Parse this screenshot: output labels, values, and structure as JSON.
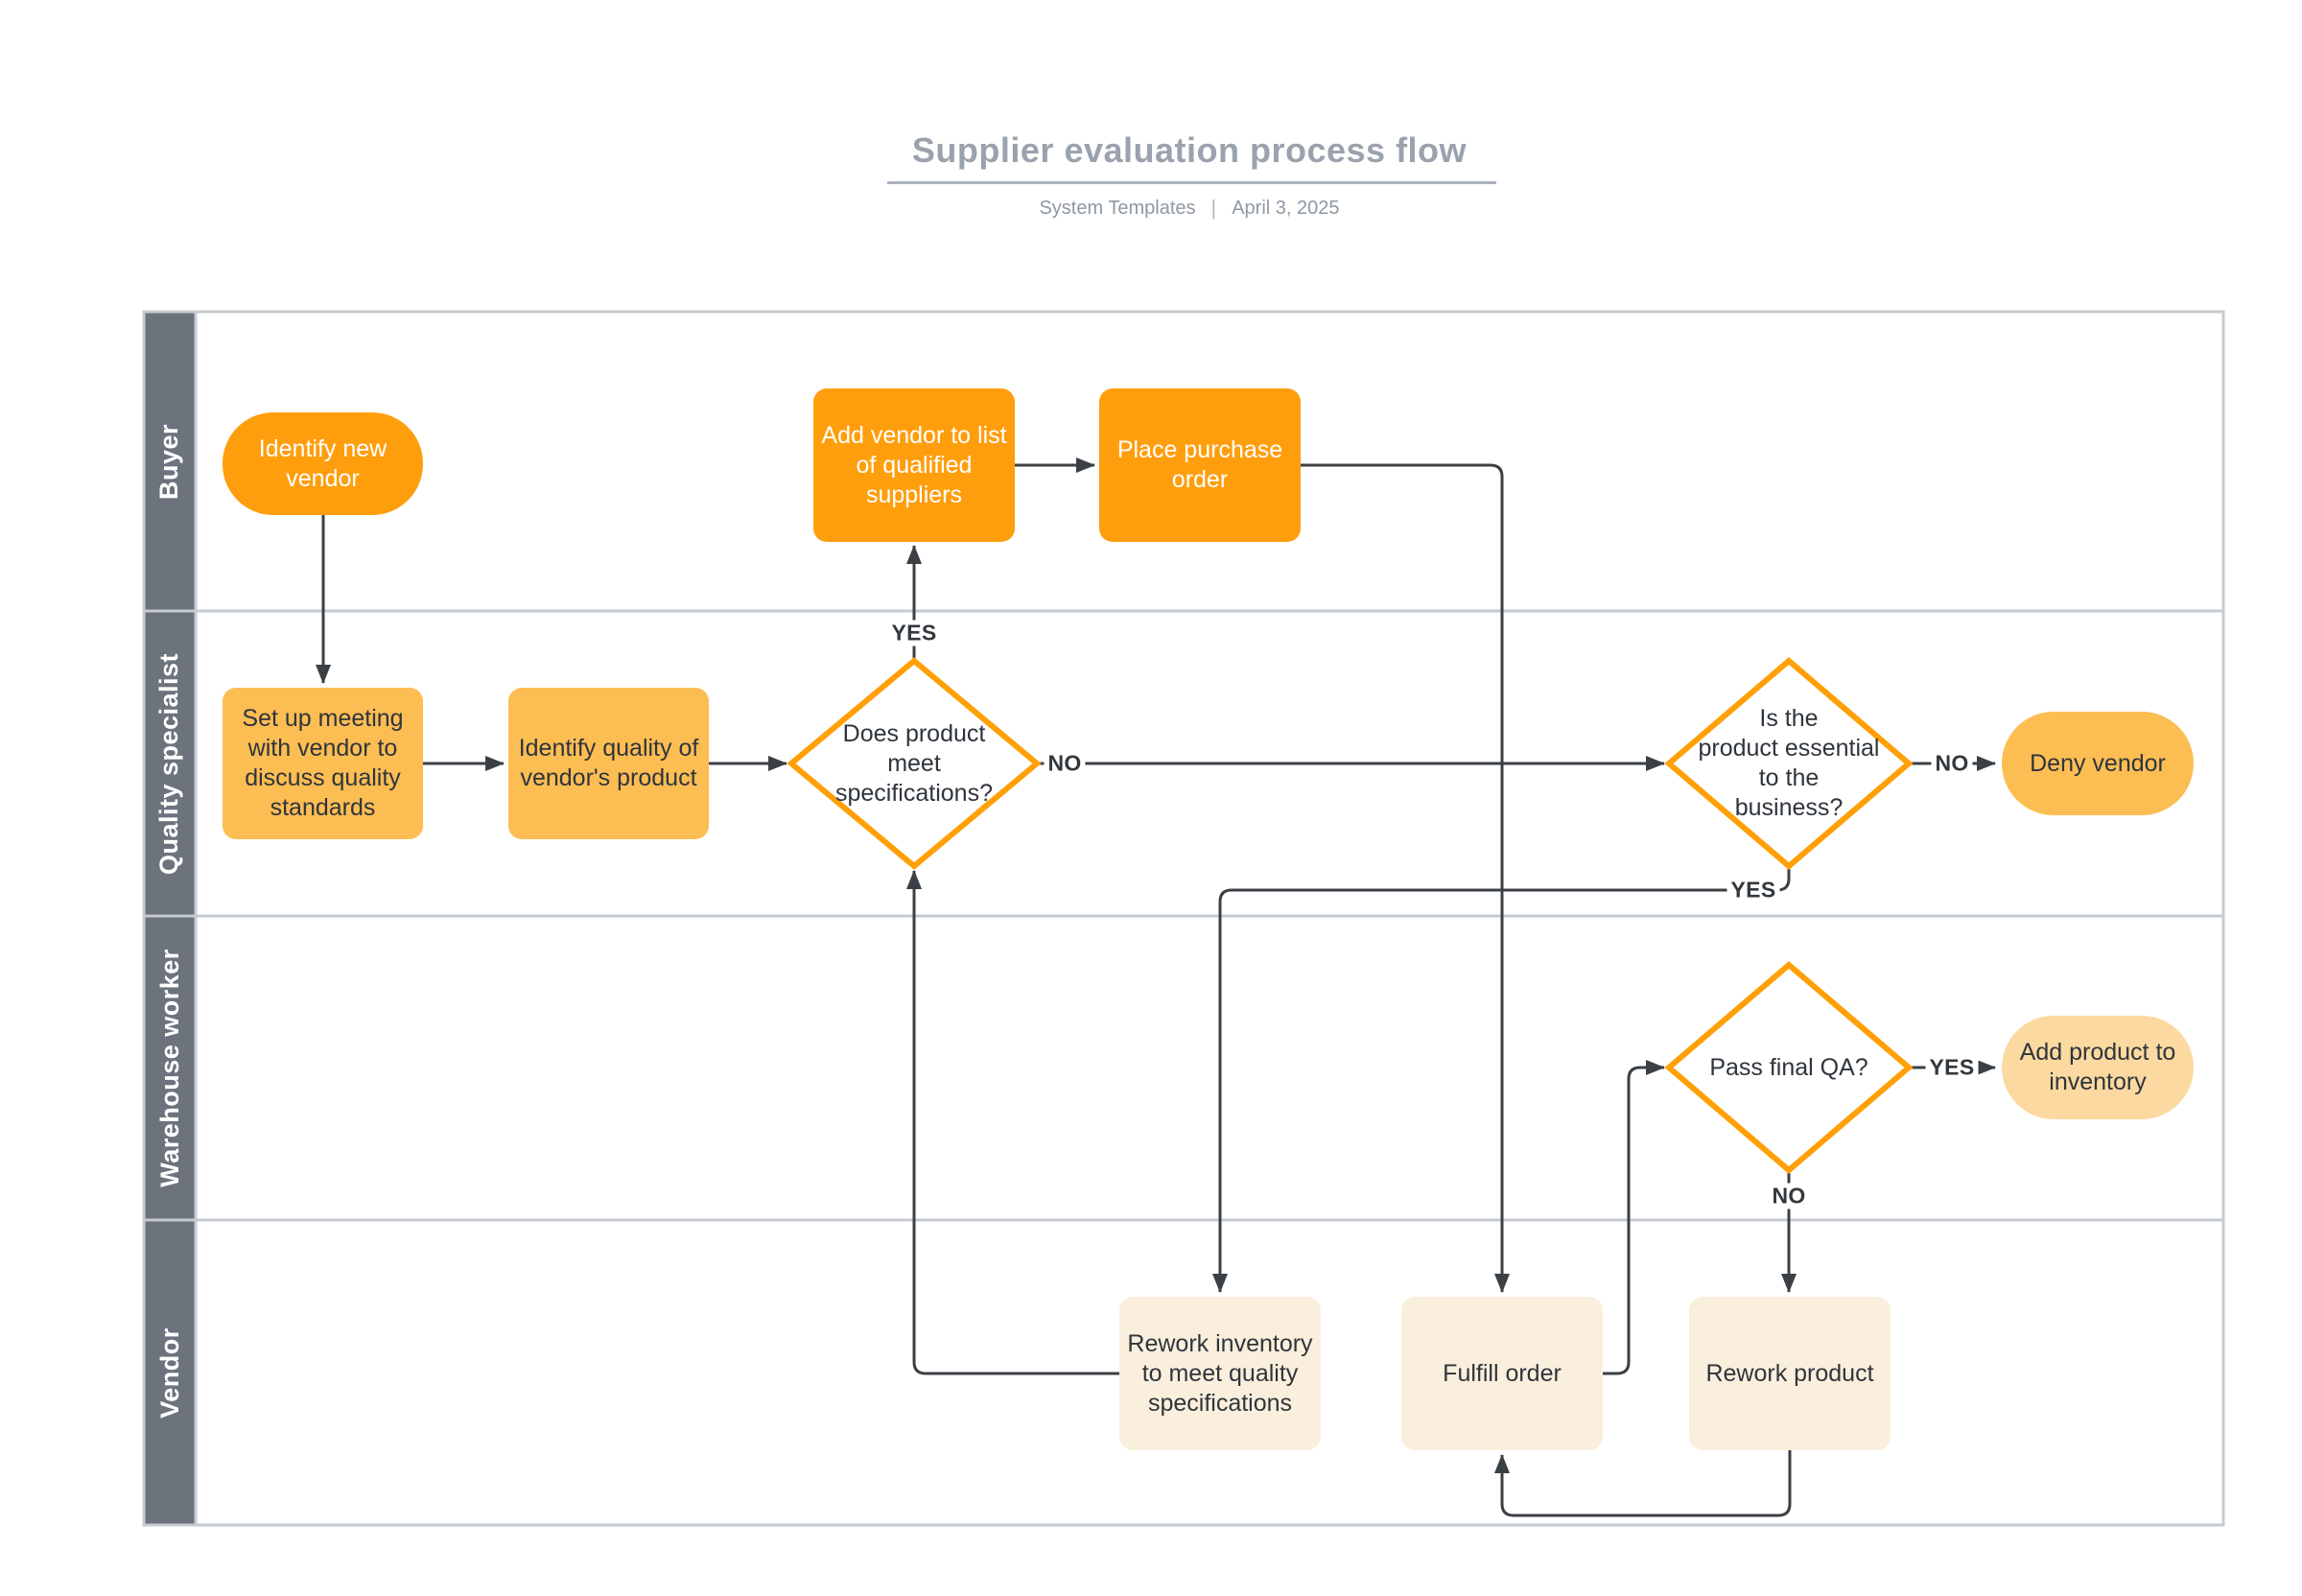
{
  "header": {
    "title": "Supplier evaluation process flow",
    "author": "System Templates",
    "separator": "|",
    "date": "April 3, 2025"
  },
  "lanes": [
    {
      "label": "Buyer"
    },
    {
      "label": "Quality specialist"
    },
    {
      "label": "Warehouse worker"
    },
    {
      "label": "Vendor"
    }
  ],
  "nodes": {
    "identify_new_vendor": {
      "label": "Identify new\nvendor",
      "type": "start"
    },
    "add_vendor": {
      "label": "Add vendor to list\nof qualified\nsuppliers",
      "type": "process"
    },
    "place_order": {
      "label": "Place purchase\norder",
      "type": "process"
    },
    "setup_meeting": {
      "label": "Set up meeting\nwith vendor to\ndiscuss quality\nstandards",
      "type": "process"
    },
    "identify_quality": {
      "label": "Identify quality of\nvendor's product",
      "type": "process"
    },
    "meets_specs": {
      "label": "Does product\nmeet\nspecifications?",
      "type": "decision"
    },
    "essential": {
      "label": "Is the\nproduct essential\nto the\nbusiness?",
      "type": "decision"
    },
    "deny_vendor": {
      "label": "Deny vendor",
      "type": "terminator"
    },
    "pass_final_qa": {
      "label": "Pass final QA?",
      "type": "decision"
    },
    "add_product": {
      "label": "Add product to\ninventory",
      "type": "terminator"
    },
    "rework_inventory": {
      "label": "Rework inventory\nto meet quality\nspecifications",
      "type": "process"
    },
    "fulfill_order": {
      "label": "Fulfill order",
      "type": "process"
    },
    "rework_product": {
      "label": "Rework product",
      "type": "process"
    }
  },
  "edge_labels": {
    "meets_specs_yes": "YES",
    "meets_specs_no": "NO",
    "essential_yes": "YES",
    "essential_no": "NO",
    "pass_qa_yes": "YES",
    "pass_qa_no": "NO"
  },
  "colors": {
    "bright_orange": "#FF9E0D",
    "medium_orange": "#FCBD53",
    "pale_orange": "#FBD9A0",
    "cream": "#FAEFDC",
    "diamond_border": "#FFA008",
    "lane_header": "#6C737D",
    "frame_border": "#C6CBD1",
    "edge": "#3B4045",
    "title_gray": "#9AA2AE",
    "text_dark": "#2F353C"
  }
}
